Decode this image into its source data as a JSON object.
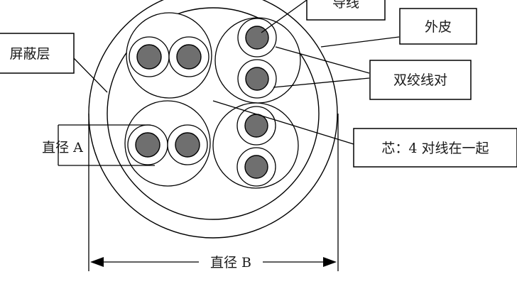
{
  "labels": {
    "conductor": "导线",
    "outer_jacket": "外皮",
    "shield_layer": "屏蔽层",
    "twisted_pair": "双绞线对",
    "diameter_a": "直径 A",
    "core": "芯：4 对线在一起",
    "diameter_b": "直径 B"
  },
  "colors": {
    "line": "#000000",
    "conductor_fill": "#6f6f6f",
    "background": "#ffffff"
  }
}
